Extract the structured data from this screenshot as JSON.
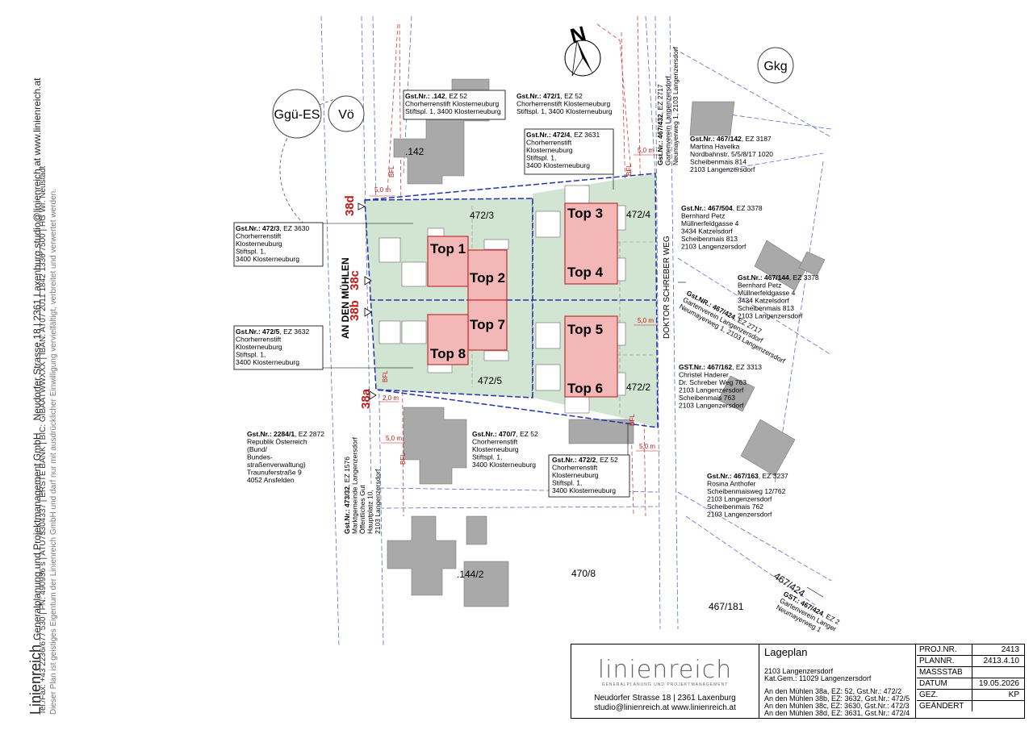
{
  "sidebar": {
    "line1_company": "Linienreich",
    "line1_rest": "Generalplanung und Projektmanagement GmbH",
    "line1_address": "Neudorfer Strasse 18 | 2361 Laxenburg   studio@linienreich.at   www.linienreich.at",
    "line2": "Tel./Fax: +43 2236/677 530 | FN: 490936 s | ATU73304337 | ERSTE BANK | BIC: GIBAATWWXXX | IBAN: AT07 2011 1842 1336 7500 | HG Wr. Neustadt",
    "line3": "Dieser Plan ist geistiges Eigentum der Linienreich GmbH und darf nur mit ausdrücklicher Einwilligung vervielfältigt, verbreitet und verwertet werden."
  },
  "map": {
    "north": "N",
    "zones": [
      "Ggü-ES",
      "Vö",
      "Gkg"
    ],
    "street_left": "AN DEN MÜHLEN",
    "street_right": "DOKTOR SCHREBER WEG",
    "house_numbers": [
      "38d",
      "38c",
      "38b",
      "38a"
    ],
    "units": [
      "Top 1",
      "Top 2",
      "Top 3",
      "Top 4",
      "Top 5",
      "Top 6",
      "Top 7",
      "Top 8"
    ],
    "parcels": [
      "472/3",
      "472/4",
      "472/5",
      "472/2",
      ".142",
      ".144/2",
      "470/8",
      "467/181",
      "467/424"
    ],
    "dims": [
      "5,0 m",
      "5,0 m",
      "2,0 m",
      "5,0 m",
      "5,0 m",
      "5,0 m",
      "5,0 m"
    ],
    "bfl": "BFL",
    "labels": {
      "l142": [
        "Gst.Nr.: .142, EZ 52",
        "Chorherrenstift Klosterneuburg",
        "Stiftspl. 1, 3400 Klosterneuburg"
      ],
      "l4721": [
        "Gst.Nr.: 472/1, EZ 52",
        "Chorherrenstift Klosterneuburg",
        "Stiftspl. 1, 3400 Klosterneuburg"
      ],
      "l4724": [
        "Gst.Nr.: 472/4, EZ 3631",
        "Chorherrenstift",
        "Klosterneuburg",
        "Stiftspl. 1,",
        "3400 Klosterneuburg"
      ],
      "l4723": [
        "Gst.Nr.: 472/3, EZ 3630",
        "Chorherrenstift",
        "Klosterneuburg",
        "Stiftspl. 1,",
        "3400 Klosterneuburg"
      ],
      "l4725": [
        "Gst.Nr.: 472/5, EZ 3632",
        "Chorherrenstift",
        "Klosterneuburg",
        "Stiftspl. 1,",
        "3400 Klosterneuburg"
      ],
      "l22841": [
        "Gst.Nr.: 2284/1, EZ 2872",
        "Republik Österreich",
        "(Bund/",
        "Bundes-",
        "straßenverwaltung)",
        "Traunuferstraße 9",
        "4052 Ansfelden"
      ],
      "l4707": [
        "Gst.Nr.: 470/7, EZ 52",
        "Chorherrenstift",
        "Klosterneuburg",
        "Stiftspl. 1,",
        "3400 Klosterneuburg"
      ],
      "l4722": [
        "Gst.Nr.: 472/2, EZ 52",
        "Chorherrenstift",
        "Klosterneuburg",
        "Stiftspl. 1,",
        "3400 Klosterneuburg"
      ],
      "l47332": [
        "Gst.Nr.: 473/32, EZ 1576",
        "Marktgemeinde Langenzersdorf",
        "Öffentliches Gut",
        "Hauptplatz 10,",
        "2103 Langenzersdorf"
      ],
      "l467432": [
        "Gst.Nr.: 467/432, EZ 2717",
        "Gartenverein Langenzersdorf",
        "Neumayerweg 1, 2103 Langenzersdorf"
      ],
      "l467142": [
        "Gst.Nr.: 467/142, EZ 3187",
        "Martina Havelka",
        "Nordbahnstr. 5/5/8/17 1020",
        "Scheibenmais 814",
        "2103 Langenzersdorf"
      ],
      "l467504": [
        "Gst.Nr.: 467/504, EZ 3378",
        "Bernhard Petz",
        "Müllnerfeldgasse 4",
        "3434 Katzelsdorf",
        "Scheibenmais 813",
        "2103 Langenzersdorf"
      ],
      "l467144": [
        "Gst.Nr.: 467/144, EZ 3378",
        "Bernhard Petz",
        "Müllnerfeldgasse 4",
        "3434 Katzelsdorf",
        "Scheibenmais 813",
        "2103 Langenzersdorf"
      ],
      "l467424a": [
        "Gst.NR.: 467/424, EZ 2717",
        "Gartenverein Langenzersdorf",
        "Neumayerweg 1, 2103 Langenzersdorf"
      ],
      "l467162": [
        "GST.Nr.: 467/162, EZ 3313",
        "Christel Haderer",
        "Dr. Schreber Weg 763",
        "2103 Langenzersdorf",
        "Scheibenmais 763",
        "2103 Langenzersdorf"
      ],
      "l467163": [
        "Gst.Nr.: 467/163, EZ 3237",
        "Rosina Anthofer",
        "Scheibenmaisweg 12/762",
        "2103 Langenzersdorf",
        "Scheibenmais 762",
        "2103 Langenzersdorf"
      ],
      "l467424b": [
        "GST.: 467/424, EZ 2",
        "Gartenverein Langer",
        "Neumayerweg 1"
      ]
    }
  },
  "titleblock": {
    "logo": "linienreich",
    "tagline": "GENERALPLANUNG UND PROJEKTMANAGEMENT",
    "address": "Neudorfer Strasse 18 | 2361 Laxenburg",
    "contact": "studio@linienreich.at   www.linienreich.at",
    "title": "Lageplan",
    "loc1": "2103 Langenzersdorf",
    "loc2": "Kat.Gem.: 11029 Langenzersdorf",
    "addr": [
      "An den Mühlen 38a, EZ: 52, Gst.Nr.: 472/2",
      "An den Mühlen 38b, EZ: 3632, Gst.Nr.: 472/5",
      "An den Mühlen 38c, EZ: 3630, Gst.Nr.: 472/3",
      "An den Mühlen 38d, EZ: 3631, Gst.Nr.: 472/4"
    ],
    "rows": [
      {
        "k": "PROJ.NR.",
        "v": "2413"
      },
      {
        "k": "PLANNR.",
        "v": "2413.4.10"
      },
      {
        "k": "MASSSTAB",
        "v": ""
      },
      {
        "k": "DATUM",
        "v": "19.05.2026"
      },
      {
        "k": "GEZ.",
        "v": "KP"
      },
      {
        "k": "GEÄNDERT",
        "v": ""
      }
    ]
  }
}
